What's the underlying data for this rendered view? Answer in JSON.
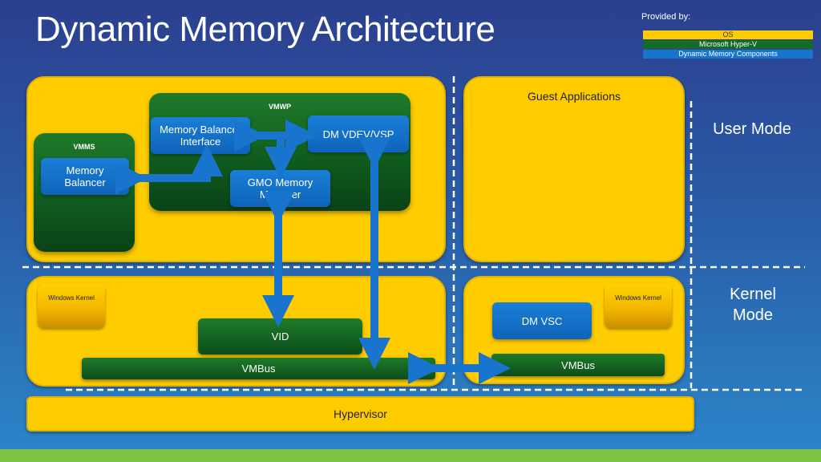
{
  "title": "Dynamic Memory Architecture",
  "legend": {
    "provided_by": "Provided by:",
    "items": [
      {
        "label": "OS",
        "color": "#ffcc00",
        "text_color": "#333333"
      },
      {
        "label": "Microsoft Hyper-V",
        "color": "#146b2a",
        "text_color": "#ffffff"
      },
      {
        "label": "Dynamic Memory Components",
        "color": "#1874cd",
        "text_color": "#ffffff"
      }
    ]
  },
  "modes": {
    "user": "User Mode",
    "kernel": "Kernel Mode"
  },
  "parent": {
    "vmwp_label": "VMWP",
    "vmms_label": "VMMS",
    "memory_balancer": "Memory Balancer",
    "memory_balancer_interface": "Memory Balancer Interface",
    "dm_vdev_vsp": "DM VDEV/VSP",
    "gmo_memory_manager": "GMO Memory Manager",
    "windows_kernel": "Windows Kernel",
    "vid": "VID",
    "vmbus": "VMBus"
  },
  "guest": {
    "guest_applications": "Guest Applications",
    "windows_kernel": "Windows Kernel",
    "dm_vsc": "DM VSC",
    "vmbus": "VMBus"
  },
  "hypervisor": "Hypervisor",
  "colors": {
    "os_yellow": "#ffcc00",
    "hyperv_green": "#146b2a",
    "dm_blue": "#1874cd",
    "arrow_blue": "#1874cd"
  }
}
